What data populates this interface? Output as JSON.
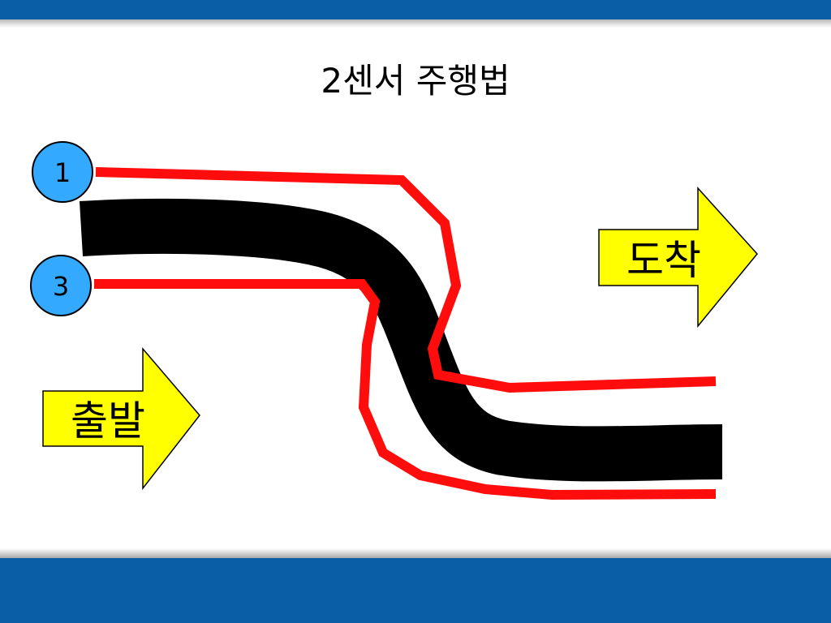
{
  "slide": {
    "title": "2센서 주행법"
  },
  "sensors": [
    {
      "label": "1"
    },
    {
      "label": "3"
    }
  ],
  "arrows": {
    "start": {
      "label": "출발"
    },
    "finish": {
      "label": "도착"
    }
  },
  "colors": {
    "band": "#0a5ea6",
    "track_line": "#000000",
    "sensor_path": "#ff0d0d",
    "sensor_fill": "#33aaff",
    "arrow_fill": "#ffff00"
  }
}
